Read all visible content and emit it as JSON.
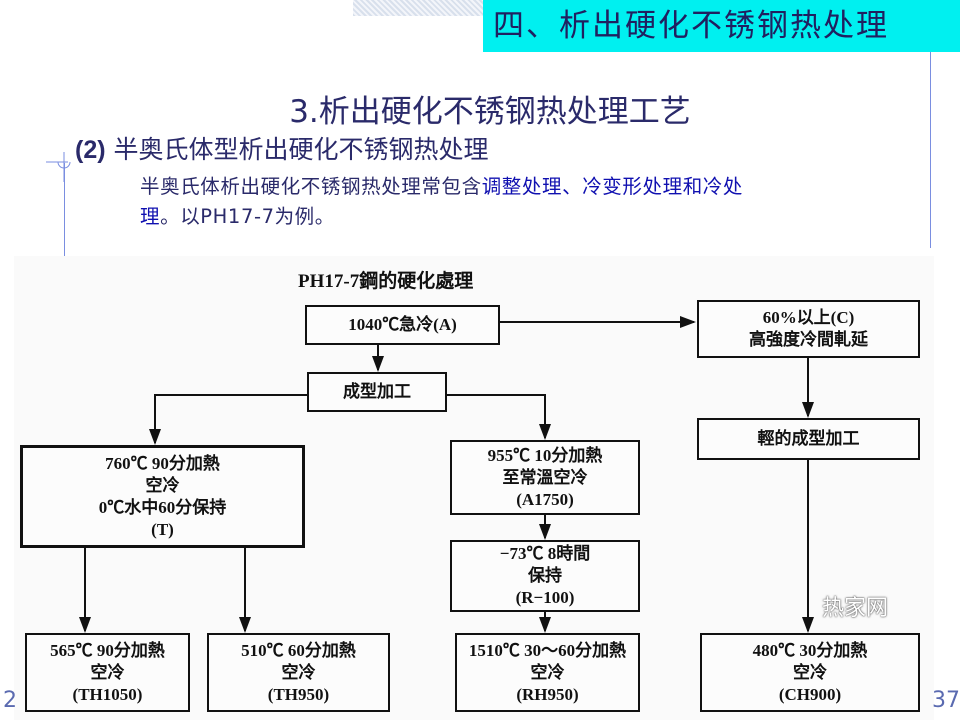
{
  "header": {
    "section_title": "四、析出硬化不锈钢热处理"
  },
  "slide": {
    "title": "3.析出硬化不锈钢热处理工艺",
    "subheading_num": "(2)",
    "subheading": "半奥氏体型析出硬化不锈钢热处理",
    "para_line1_plain": "半奥氏体析出硬化不锈钢热处理常包含",
    "para_line1_highlight": "调整处理、冷变形处理和冷处",
    "para_line2_highlight": "理",
    "para_line2_plain": "。以PH17-7为例。"
  },
  "diagram": {
    "title": "PH17-7鋼的硬化處理",
    "boxes": {
      "a": [
        "1040℃急冷(A)"
      ],
      "c": [
        "60%以上(C)",
        "高強度冷間軋延"
      ],
      "forming": [
        "成型加工"
      ],
      "light_forming": [
        "輕的成型加工"
      ],
      "t": [
        "760℃ 90分加熱",
        "空冷",
        "0℃水中60分保持",
        "(T)"
      ],
      "a1750": [
        "955℃ 10分加熱",
        "至常溫空冷",
        "(A1750)"
      ],
      "r100": [
        "−73℃ 8時間",
        "保持",
        "(R−100)"
      ],
      "th1050": [
        "565℃ 90分加熱",
        "空冷",
        "(TH1050)"
      ],
      "th950": [
        "510℃ 60分加熱",
        "空冷",
        "(TH950)"
      ],
      "rh950": [
        "1510℃ 30～60分加熱",
        "空冷",
        "(RH950)"
      ],
      "ch900": [
        "480℃ 30分加熱",
        "空冷",
        "(CH900)"
      ]
    }
  },
  "footer": {
    "left": "2",
    "right": "37",
    "watermark": "热家网"
  },
  "colors": {
    "header_bg": "#00f0f0",
    "text": "#2a2a6a",
    "highlight": "#1010b0"
  }
}
